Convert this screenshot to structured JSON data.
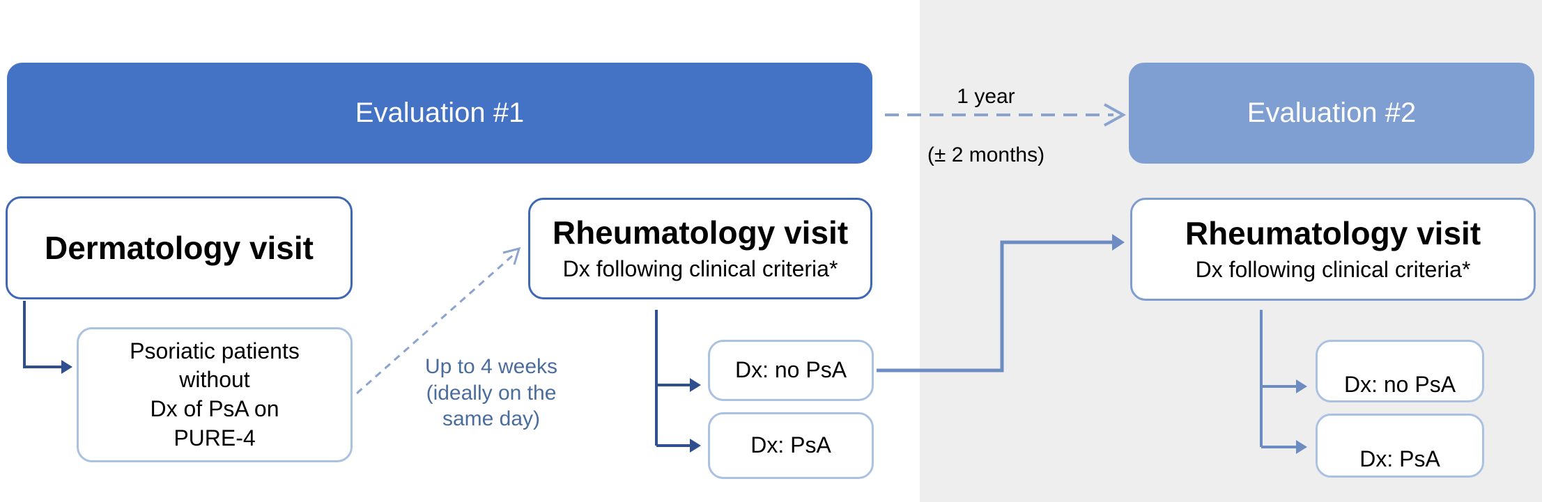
{
  "evaluation1": {
    "title": "Evaluation #1"
  },
  "evaluation2": {
    "title": "Evaluation #2"
  },
  "interval": {
    "line1": "1 year",
    "line2": "(± 2 months)"
  },
  "dermatology": {
    "title": "Dermatology visit"
  },
  "patients": {
    "line1": "Psoriatic patients",
    "line2": "without",
    "line3": "Dx of PsA on",
    "line4": "PURE-4"
  },
  "wait": {
    "line1": "Up to 4 weeks",
    "line2": "(ideally on the",
    "line3": "same day)"
  },
  "rheum1": {
    "title": "Rheumatology visit",
    "subtitle": "Dx following clinical criteria*",
    "no_psa": "Dx: no PsA",
    "psa": "Dx: PsA"
  },
  "rheum2": {
    "title": "Rheumatology visit",
    "subtitle": "Dx following clinical criteria*",
    "no_psa": "Dx: no PsA",
    "psa": "Dx: PsA"
  },
  "colors": {
    "primary": "#4472c4",
    "secondary": "#7f9fd2",
    "wait_text": "#4a6d9e",
    "right_panel": "#eeeeee"
  }
}
